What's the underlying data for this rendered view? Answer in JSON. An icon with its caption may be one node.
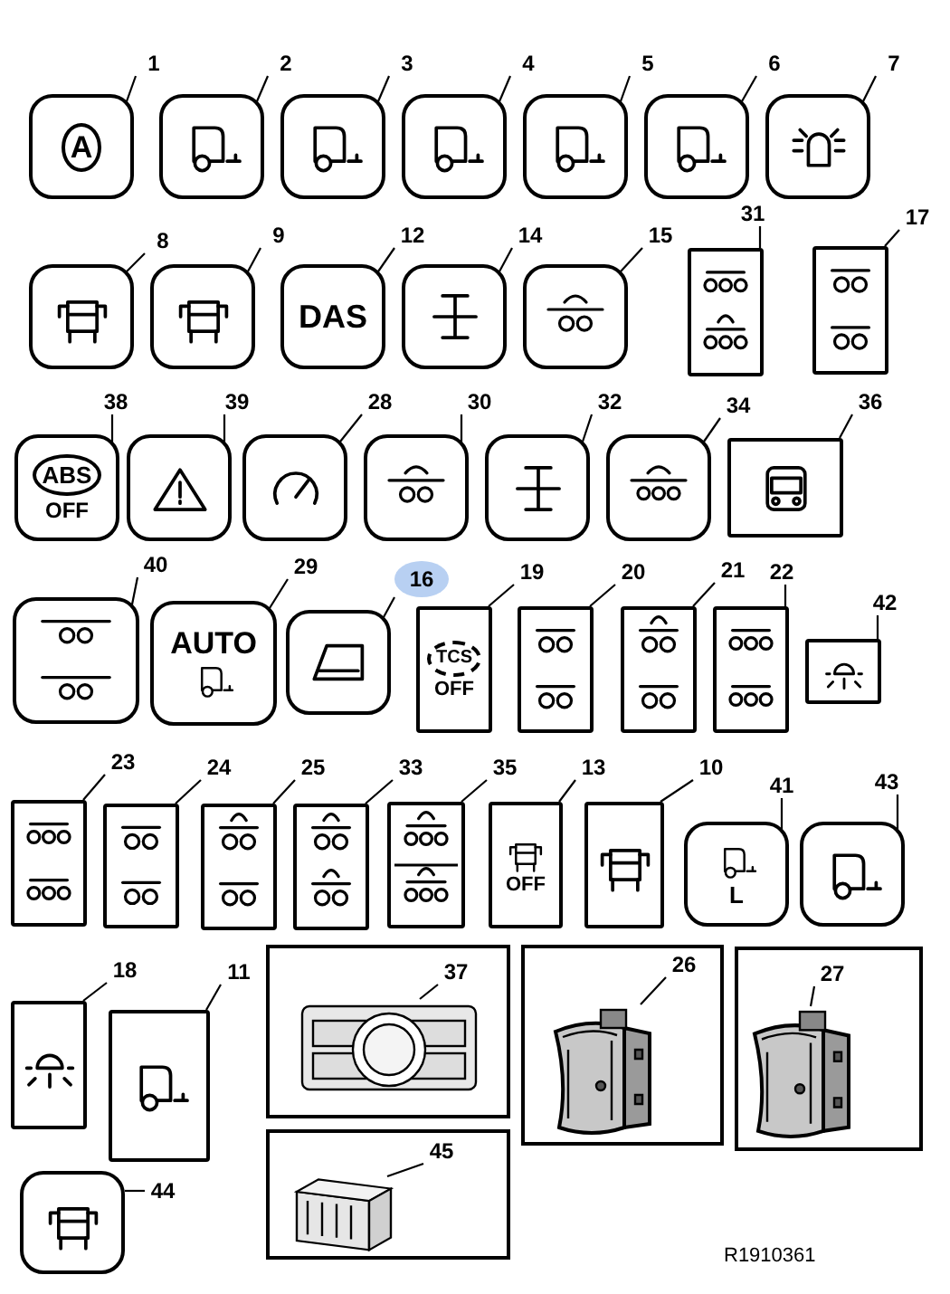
{
  "diagram": {
    "nodes": [
      {
        "text": [
          "1"
        ]
      },
      {
        "text": [
          "A"
        ]
      },
      {
        "text": [
          "2"
        ]
      },
      {
        "text": [],
        "shape": "box"
      },
      {
        "text": [
          "3"
        ]
      },
      {
        "text": [],
        "shape": "box"
      },
      {
        "text": [
          "4"
        ]
      },
      {
        "text": [],
        "shape": "box"
      },
      {
        "text": [
          "5"
        ]
      },
      {
        "text": [],
        "shape": "box"
      },
      {
        "text": [
          "6"
        ]
      },
      {
        "text": [],
        "shape": "box"
      },
      {
        "text": [
          "7"
        ]
      },
      {
        "text": [],
        "shape": "box"
      },
      {
        "text": [
          "8"
        ]
      },
      {
        "text": [],
        "shape": "box"
      },
      {
        "text": [
          "9"
        ]
      },
      {
        "text": [],
        "shape": "box"
      },
      {
        "text": [
          "12"
        ]
      },
      {
        "text": [
          "DAS"
        ]
      },
      {
        "text": [
          "14"
        ]
      },
      {
        "text": [],
        "shape": "box"
      },
      {
        "text": [
          "15"
        ]
      },
      {
        "text": [],
        "shape": "box"
      },
      {
        "text": [
          "31"
        ]
      },
      {
        "text": [],
        "shape": "box"
      },
      {
        "text": [
          "17"
        ]
      },
      {
        "text": [],
        "shape": "box"
      },
      {
        "text": [
          "38"
        ]
      },
      {
        "text": [
          "ABS",
          "OFF"
        ]
      },
      {
        "text": [
          "39"
        ]
      },
      {
        "text": [],
        "shape": "box"
      },
      {
        "text": [
          "28"
        ]
      },
      {
        "text": [],
        "shape": "box"
      },
      {
        "text": [
          "30"
        ]
      },
      {
        "text": [],
        "shape": "box"
      },
      {
        "text": [
          "32"
        ]
      },
      {
        "text": [],
        "shape": "box"
      },
      {
        "text": [
          "34"
        ]
      },
      {
        "text": [],
        "shape": "box"
      },
      {
        "text": [
          "36"
        ]
      },
      {
        "text": [],
        "shape": "box"
      },
      {
        "text": [
          "40"
        ]
      },
      {
        "text": [],
        "shape": "box"
      },
      {
        "text": [
          "29"
        ]
      },
      {
        "text": [
          "AUTO"
        ]
      },
      {
        "text": [
          "16"
        ]
      },
      {
        "text": [],
        "shape": "box"
      },
      {
        "text": [
          "19"
        ]
      },
      {
        "text": [
          "TCS",
          "OFF"
        ]
      },
      {
        "text": [
          "20"
        ]
      },
      {
        "text": [],
        "shape": "box"
      },
      {
        "text": [
          "21"
        ]
      },
      {
        "text": [],
        "shape": "box"
      },
      {
        "text": [
          "22"
        ]
      },
      {
        "text": [],
        "shape": "box"
      },
      {
        "text": [
          "42"
        ]
      },
      {
        "text": [],
        "shape": "box"
      },
      {
        "text": [
          "23"
        ]
      },
      {
        "text": [],
        "shape": "box"
      },
      {
        "text": [
          "24"
        ]
      },
      {
        "text": [],
        "shape": "box"
      },
      {
        "text": [
          "25"
        ]
      },
      {
        "text": [],
        "shape": "box"
      },
      {
        "text": [
          "33"
        ]
      },
      {
        "text": [],
        "shape": "box"
      },
      {
        "text": [
          "35"
        ]
      },
      {
        "text": [],
        "shape": "box"
      },
      {
        "text": [
          "13"
        ]
      },
      {
        "text": [
          "OFF"
        ]
      },
      {
        "text": [
          "10"
        ]
      },
      {
        "text": [],
        "shape": "box"
      },
      {
        "text": [
          "41"
        ]
      },
      {
        "text": [
          "L"
        ]
      },
      {
        "text": [
          "43"
        ]
      },
      {
        "text": [],
        "shape": "box"
      },
      {
        "text": [
          "18"
        ]
      },
      {
        "text": [],
        "shape": "box"
      },
      {
        "text": [
          "11"
        ]
      },
      {
        "text": [],
        "shape": "box"
      },
      {
        "text": [],
        "shape": "box"
      },
      {
        "text": [
          "37"
        ],
        "in": 80
      },
      {
        "text": [],
        "shape": "picture",
        "in": 80
      },
      {
        "text": [],
        "shape": "box"
      },
      {
        "text": [
          "26"
        ],
        "in": 83
      },
      {
        "text": [],
        "shape": "picture",
        "in": 83
      },
      {
        "text": [],
        "shape": "box"
      },
      {
        "text": [
          "27"
        ],
        "in": 86
      },
      {
        "text": [],
        "shape": "picture",
        "in": 86
      },
      {
        "text": [],
        "shape": "box"
      },
      {
        "text": [
          "45"
        ],
        "in": 89
      },
      {
        "text": [],
        "shape": "picture",
        "in": 89
      },
      {
        "text": [
          "44"
        ]
      },
      {
        "text": [],
        "shape": "box"
      }
    ],
    "edges": [
      {
        "from": 0,
        "to": 1,
        "arrow": "none"
      },
      {
        "from": 2,
        "to": 3,
        "arrow": "none"
      },
      {
        "from": 4,
        "to": 5,
        "arrow": "none"
      },
      {
        "from": 6,
        "to": 7,
        "arrow": "none"
      },
      {
        "from": 8,
        "to": 9,
        "arrow": "none"
      },
      {
        "from": 10,
        "to": 11,
        "arrow": "none"
      },
      {
        "from": 12,
        "to": 13,
        "arrow": "none"
      },
      {
        "from": 14,
        "to": 15,
        "arrow": "none"
      },
      {
        "from": 16,
        "to": 17,
        "arrow": "none"
      },
      {
        "from": 18,
        "to": 19,
        "arrow": "none"
      },
      {
        "from": 20,
        "to": 21,
        "arrow": "none"
      },
      {
        "from": 22,
        "to": 23,
        "arrow": "none"
      },
      {
        "from": 24,
        "to": 25,
        "arrow": "none"
      },
      {
        "from": 26,
        "to": 27,
        "arrow": "none"
      },
      {
        "from": 28,
        "to": 29,
        "arrow": "none"
      },
      {
        "from": 30,
        "to": 31,
        "arrow": "none"
      },
      {
        "from": 32,
        "to": 33,
        "arrow": "none"
      },
      {
        "from": 34,
        "to": 35,
        "arrow": "none"
      },
      {
        "from": 36,
        "to": 37,
        "arrow": "none"
      },
      {
        "from": 38,
        "to": 39,
        "arrow": "none"
      },
      {
        "from": 40,
        "to": 41,
        "arrow": "none"
      },
      {
        "from": 42,
        "to": 43,
        "arrow": "none"
      },
      {
        "from": 44,
        "to": 45,
        "arrow": "none"
      },
      {
        "from": 46,
        "to": 47,
        "arrow": "none"
      },
      {
        "from": 48,
        "to": 49,
        "arrow": "none"
      },
      {
        "from": 50,
        "to": 51,
        "arrow": "none"
      },
      {
        "from": 52,
        "to": 53,
        "arrow": "none"
      },
      {
        "from": 54,
        "to": 55,
        "arrow": "none"
      },
      {
        "from": 56,
        "to": 57,
        "arrow": "none"
      },
      {
        "from": 58,
        "to": 59,
        "arrow": "none"
      },
      {
        "from": 60,
        "to": 61,
        "arrow": "none"
      },
      {
        "from": 62,
        "to": 63,
        "arrow": "none"
      },
      {
        "from": 64,
        "to": 65,
        "arrow": "none"
      },
      {
        "from": 66,
        "to": 67,
        "arrow": "none"
      },
      {
        "from": 68,
        "to": 69,
        "arrow": "none"
      },
      {
        "from": 70,
        "to": 71,
        "arrow": "none"
      },
      {
        "from": 72,
        "to": 73,
        "arrow": "none"
      },
      {
        "from": 74,
        "to": 75,
        "arrow": "none"
      },
      {
        "from": 76,
        "to": 77,
        "arrow": "none"
      },
      {
        "from": 78,
        "to": 79,
        "arrow": "none"
      },
      {
        "from": 81,
        "to": 82,
        "arrow": "none"
      },
      {
        "from": 84,
        "to": 85,
        "arrow": "none"
      },
      {
        "from": 87,
        "to": 88,
        "arrow": "none"
      },
      {
        "from": 90,
        "to": 91,
        "arrow": "none"
      },
      {
        "from": 92,
        "to": 93,
        "arrow": "none"
      }
    ],
    "labels": [
      "R1910361"
    ]
  }
}
